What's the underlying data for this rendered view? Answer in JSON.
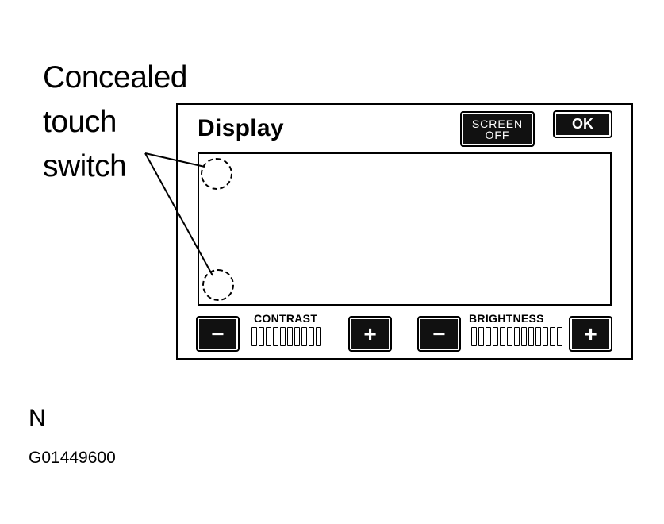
{
  "callout": {
    "line1": "Concealed",
    "line2": "touch",
    "line3": "switch"
  },
  "panel": {
    "title": "Display",
    "screen_off_line1": "SCREEN",
    "screen_off_line2": "OFF",
    "ok_label": "OK",
    "contrast": {
      "label": "CONTRAST",
      "minus": "−",
      "plus": "+",
      "segments_total": 10,
      "segments_on": 0
    },
    "brightness": {
      "label": "BRIGHTNESS",
      "minus": "−",
      "plus": "+",
      "segments_total": 13,
      "segments_on": 0
    }
  },
  "footer": {
    "n_label": "N",
    "figure_code": "G01449600"
  },
  "colors": {
    "ink": "#000000",
    "button_fill": "#111111",
    "background": "#ffffff"
  }
}
